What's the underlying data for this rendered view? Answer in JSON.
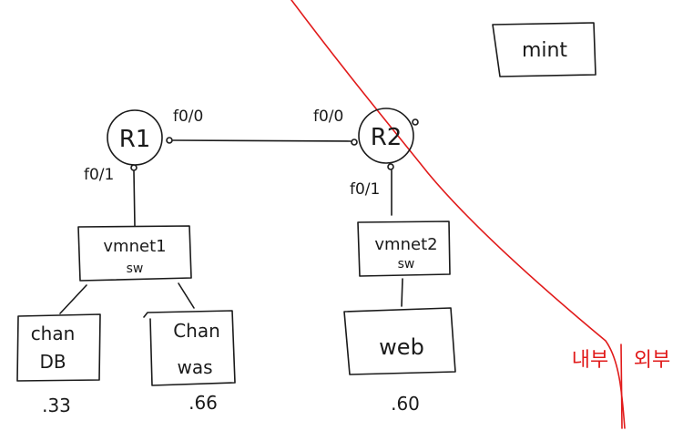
{
  "nodes": {
    "router1": "R1",
    "router2": "R2",
    "switch1": {
      "line1": "vmnet1",
      "line2": "sw"
    },
    "switch2": {
      "line1": "vmnet2",
      "line2": "sw"
    },
    "chan_db": {
      "line1": "chan",
      "line2": "DB"
    },
    "chan_was": {
      "line1": "Chan",
      "line2": "was"
    },
    "web": "web",
    "mint": "mint"
  },
  "interfaces": {
    "r1_f00": "f0/0",
    "r1_f01": "f0/1",
    "r2_f00": "f0/0",
    "r2_f01": "f0/1"
  },
  "ip_suffixes": {
    "chan_db": ".33",
    "chan_was": ".66",
    "web": ".60"
  },
  "zones": {
    "internal": "내부",
    "external": "외부"
  },
  "colors": {
    "ink": "#1a1a1a",
    "boundary": "#e11b1b"
  }
}
